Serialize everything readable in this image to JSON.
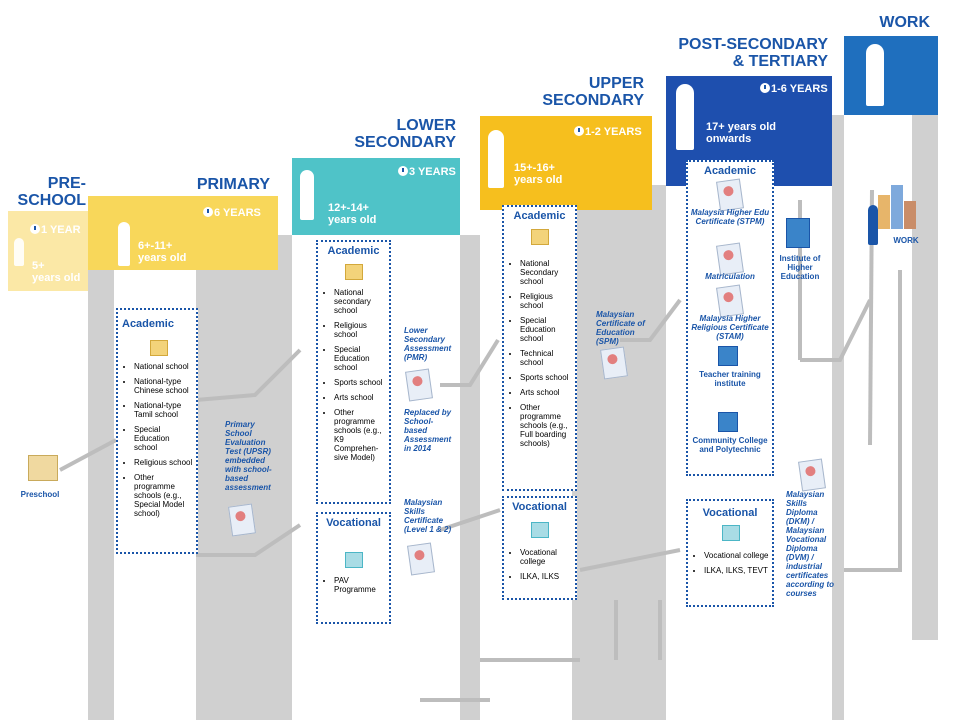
{
  "colors": {
    "preschool": "#fbe8a6",
    "primary": "#f8d75a",
    "lower_secondary": "#4fc3c8",
    "upper_secondary": "#f6bf1e",
    "post_secondary": "#1e4fae",
    "work": "#1f6fbe",
    "title": "#1a55a8",
    "pillar": "#d0d0d0"
  },
  "stages": {
    "preschool": {
      "title": "PRE-\nSCHOOL",
      "duration": "1 YEAR",
      "age": "5+\nyears old",
      "label": "Preschool"
    },
    "primary": {
      "title": "PRIMARY",
      "duration": "6 YEARS",
      "age": "6+-11+\nyears old"
    },
    "lower_secondary": {
      "title": "LOWER\nSECONDARY",
      "duration": "3 YEARS",
      "age": "12+-14+\nyears old"
    },
    "upper_secondary": {
      "title": "UPPER\nSECONDARY",
      "duration": "1-2 YEARS",
      "age": "15+-16+\nyears old"
    },
    "post_secondary": {
      "title": "POST-SECONDARY\n& TERTIARY",
      "duration": "1-6 YEARS",
      "age": "17+ years old\nonwards"
    },
    "work": {
      "title": "WORK",
      "label": "WORK"
    }
  },
  "boxes": {
    "primary_academic": {
      "title": "Academic",
      "items": [
        "National school",
        "National-type Chinese school",
        "National-type Tamil school",
        "Special Education school",
        "Religious school",
        "Other programme schools (e.g., Special Model school)"
      ]
    },
    "lower_academic": {
      "title": "Academic",
      "items": [
        "National secondary school",
        "Religious school",
        "Special Education school",
        "Sports school",
        "Arts school",
        "Other programme schools (e.g., K9 Comprehen-sive Model)"
      ]
    },
    "lower_vocational": {
      "title": "Vocational",
      "items": [
        "PAV Programme"
      ]
    },
    "upper_academic": {
      "title": "Academic",
      "items": [
        "National Secondary school",
        "Religious school",
        "Special Education school",
        "Technical school",
        "Sports school",
        "Arts school",
        "Other programme schools (e.g., Full boarding schools)"
      ]
    },
    "upper_vocational": {
      "title": "Vocational",
      "items": [
        "Vocational college",
        "ILKA, ILKS"
      ]
    },
    "post_academic": {
      "title": "Academic",
      "items": [
        "Malaysia Higher Edu Certificate (STPM)",
        "Matriculation",
        "Malaysia Higher Religious Certificate (STAM)",
        "Teacher training institute",
        "Community College and Polytechnic"
      ]
    },
    "post_vocational": {
      "title": "Vocational",
      "items": [
        "Vocational college",
        "ILKA, ILKS, TEVT"
      ]
    }
  },
  "assessments": {
    "upsr": "Primary School Evaluation Test (UPSR) embedded with school-based assessment",
    "pmr": "Lower Secondary Assessment (PMR)",
    "pmr_note": "Replaced by School-based Assessment in 2014",
    "skills_cert": "Malaysian Skills Certificate (Level 1 & 2)",
    "spm": "Malaysian Certificate of Education (SPM)",
    "diploma": "Malaysian Skills Diploma (DKM) / Malaysian Vocational Diploma (DVM) / industrial certificates according to courses"
  },
  "institute": "Institute of Higher Education"
}
